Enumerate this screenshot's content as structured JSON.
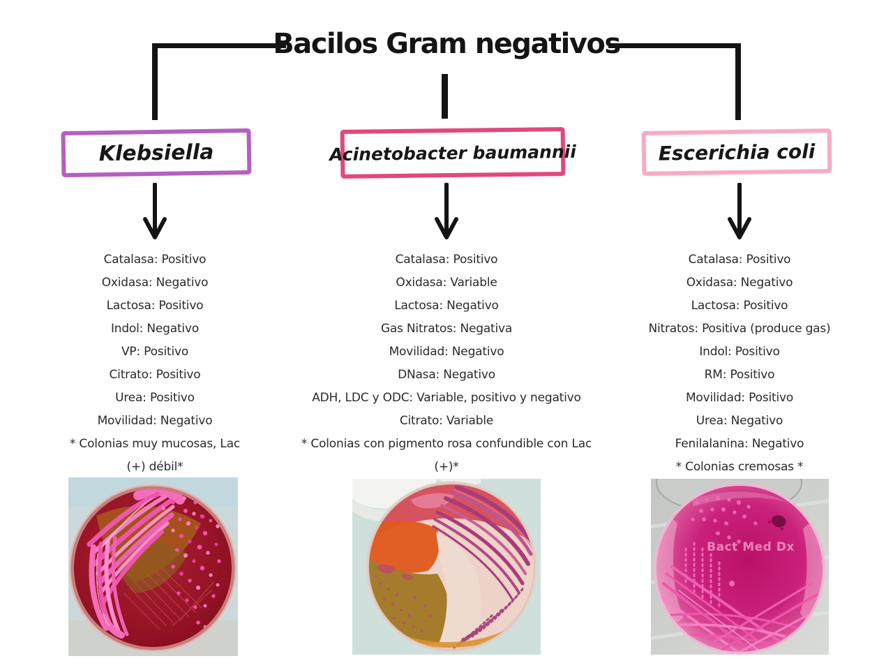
{
  "title": "Bacilos Gram negativos",
  "colors": {
    "connector": "#141414",
    "klebsiella_box_border": "#b55fc0",
    "acinetobacter_box_border": "#e2477e",
    "ecoli_box_border": "#f8abc4",
    "klebsiella_agar": "#9d1b2d",
    "acinetobacter_agar_orange": "#e05a1e",
    "acinetobacter_agar_brown": "#a57b2c",
    "ecoli_agar": "#c21a72",
    "colony_pink": "#f25bb0"
  },
  "branches": [
    {
      "name": "Klebsiella",
      "box_color": "#b55fc0",
      "tests": [
        "Catalasa: Positivo",
        "Oxidasa: Negativo",
        "Lactosa: Positivo",
        "Indol: Negativo",
        "VP: Positivo",
        "Citrato: Positivo",
        "Urea: Positivo",
        "Movilidad: Negativo"
      ],
      "note_lines": [
        "* Colonias muy mucosas,  Lac",
        "(+) débil*"
      ]
    },
    {
      "name": "Acinetobacter baumannii",
      "box_color": "#e2477e",
      "tests": [
        "Catalasa: Positivo",
        "Oxidasa: Variable",
        "Lactosa: Negativo",
        "Gas Nitratos: Negativa",
        "Movilidad: Negativo",
        "DNasa: Negativo",
        "ADH, LDC y ODC: Variable, positivo y negativo",
        "Citrato: Variable"
      ],
      "note_lines": [
        "* Colonias con pigmento rosa  confundible con Lac",
        "(+)*"
      ]
    },
    {
      "name": "Escerichia coli",
      "box_color": "#f8abc4",
      "tests": [
        "Catalasa: Positivo",
        "Oxidasa: Negativo",
        "Lactosa: Positivo",
        "Nitratos: Positiva (produce gas)",
        "Indol: Positivo",
        "RM: Positivo",
        "Movilidad: Positivo",
        "Urea: Negativo",
        "Fenilalanina: Negativo"
      ],
      "note_lines": [
        "* Colonias cremosas *"
      ]
    }
  ],
  "plates": {
    "ecoli_watermark": "Bact Med Dx"
  }
}
